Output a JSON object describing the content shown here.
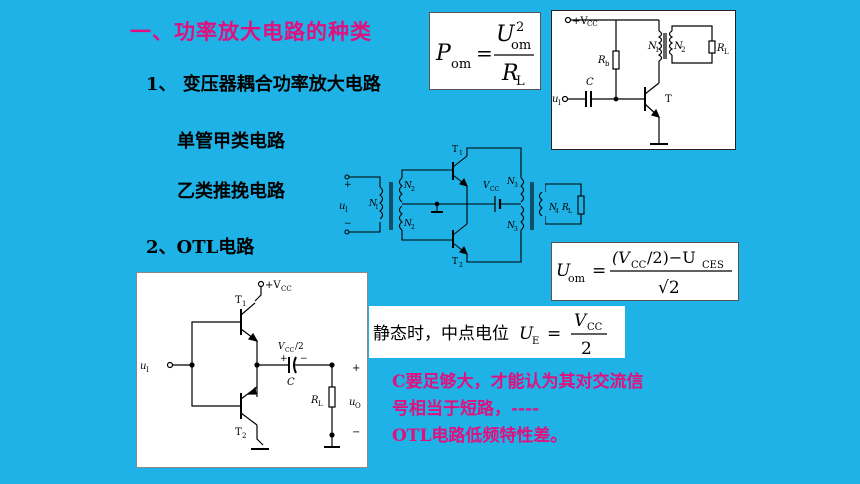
{
  "title": "一、功率放大电路的种类",
  "item1": "1、 变压器耦合功率放大电路",
  "single_tube": "单管甲类电路",
  "class_b": "乙类推挽电路",
  "item2": "2、OTL电路",
  "static_text": "静态时，中点电位",
  "note_lines": [
    "C要足够大，才能认为其对交流信",
    "号相当于短路，----",
    "OTL电路低频特性差。"
  ],
  "formulas": {
    "pom": {
      "lhs": "P",
      "lhs_sub": "om",
      "num": "U",
      "num_sub": "om",
      "num_sup": "2",
      "den": "R",
      "den_sub": "L"
    },
    "uom": {
      "lhs": "U",
      "lhs_sub": "om",
      "num": "(V",
      "num_sub1": "CC",
      "num_mid": "/2)−U",
      "num_sub2": "CES",
      "den": "√2"
    },
    "ue": {
      "lhs": "U",
      "lhs_sub": "E",
      "num": "V",
      "num_sub": "CC",
      "den": "2"
    }
  },
  "circuit1": {
    "vcc": "+V",
    "vcc_sub": "CC",
    "rb": "R",
    "rb_sub": "b",
    "n1": "N",
    "n1_sub": "1",
    "n2": "N",
    "n2_sub": "2",
    "rl": "R",
    "rl_sub": "L",
    "c": "C",
    "ui": "u",
    "ui_sub": "I",
    "t": "T"
  },
  "circuit2": {
    "t1": "T",
    "t1_sub": "1",
    "t2": "T",
    "t2_sub": "2",
    "n1": "N",
    "n1_sub": "1",
    "n2a": "N",
    "n2a_sub": "2",
    "n2b": "N",
    "n2b_sub": "2",
    "n3a": "N",
    "n3a_sub": "3",
    "n3b": "N",
    "n3b_sub": "3",
    "n4": "N",
    "n4_sub": "4",
    "rl": "R",
    "rl_sub": "L",
    "vcc": "V",
    "vcc_sub": "CC",
    "ui": "u",
    "ui_sub": "I",
    "plus": "+",
    "minus": "−"
  },
  "circuit3": {
    "vcc": "+V",
    "vcc_sub": "CC",
    "t1": "T",
    "t1_sub": "1",
    "t2": "T",
    "t2_sub": "2",
    "vcc2": "V",
    "vcc2_sub": "CC",
    "vcc2_tail": "/2",
    "cap_plus": "+",
    "cap_minus": "−",
    "c": "C",
    "rl": "R",
    "rl_sub": "L",
    "ui": "u",
    "ui_sub": "I",
    "uo": "u",
    "uo_sub": "O",
    "plus": "+",
    "minus": "−"
  }
}
